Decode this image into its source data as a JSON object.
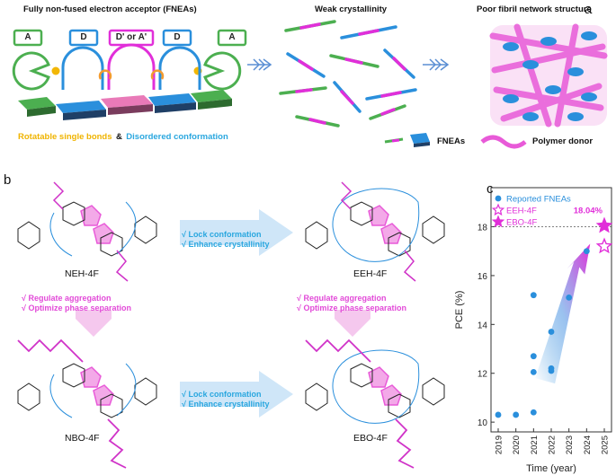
{
  "panel_a": {
    "letter": "a",
    "header_left": "Fully non-fused electron acceptor (FNEAs)",
    "header_mid": "Weak crystallinity",
    "header_right": "Poor fibril network structure",
    "units": [
      "A",
      "D",
      "D' or A'",
      "D",
      "A"
    ],
    "note_part1": "Rotatable single bonds",
    "note_amp": "&",
    "note_part2": "Disordered conformation",
    "legend_fneas": "FNEAs",
    "legend_donor": "Polymer donor",
    "colors": {
      "acceptor": "#4caf50",
      "donor": "#2a8fdc",
      "core": "#e12fd9",
      "dot": "#f2b705"
    }
  },
  "panel_b": {
    "letter": "b",
    "molecules": [
      "NEH-4F",
      "EEH-4F",
      "NBO-4F",
      "EBO-4F"
    ],
    "step_blue_top": [
      "√  Lock conformation",
      "√  Enhance crystallinity"
    ],
    "step_blue_bottom": [
      "√  Lock conformation",
      "√  Enhance crystallinity"
    ],
    "step_pink_left": [
      "√  Regulate aggregation",
      "√  Optimize phase separation"
    ],
    "step_pink_right": [
      "√  Regulate aggregation",
      "√  Optimize phase separation"
    ]
  },
  "panel_c": {
    "letter": "c",
    "chart_data": {
      "type": "scatter",
      "xlabel": "Time (year)",
      "ylabel": "PCE (%)",
      "categories": [
        "2019",
        "2020",
        "2021",
        "2022",
        "2023",
        "2024",
        "2025"
      ],
      "ylim": [
        9.6,
        19.6
      ],
      "yticks": [
        10,
        12,
        14,
        16,
        18
      ],
      "series": [
        {
          "name": "Reported FNEAs",
          "marker": "circle",
          "color": "#2a8fdc",
          "points": [
            [
              0,
              10.3
            ],
            [
              1,
              10.3
            ],
            [
              2,
              10.4
            ],
            [
              2,
              12.05
            ],
            [
              2,
              12.7
            ],
            [
              2,
              15.2
            ],
            [
              3,
              12.1
            ],
            [
              3,
              12.2
            ],
            [
              3,
              13.7
            ],
            [
              4,
              15.1
            ],
            [
              5,
              17.0
            ]
          ]
        },
        {
          "name": "EEH-4F",
          "marker": "star-open",
          "color": "#e12fd9",
          "points": [
            [
              6,
              17.2
            ]
          ]
        },
        {
          "name": "EBO-4F",
          "marker": "star-filled",
          "color": "#e12fd9",
          "points": [
            [
              6,
              18.04
            ]
          ]
        }
      ],
      "annotation": "18.04%",
      "reference_line": 18.0
    }
  }
}
